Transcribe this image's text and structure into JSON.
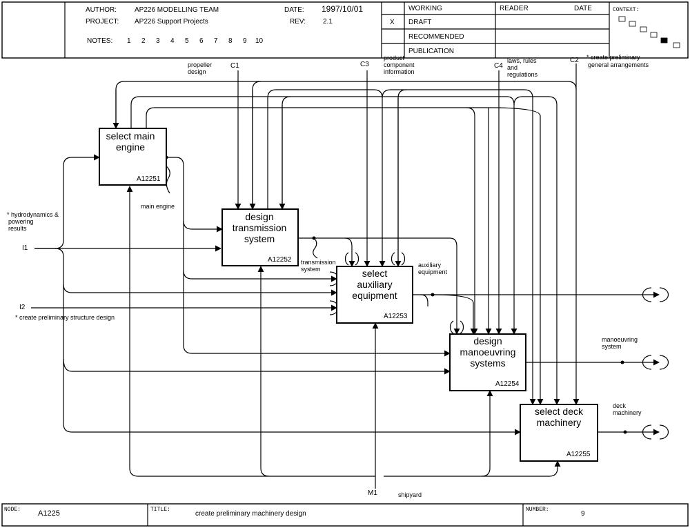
{
  "header": {
    "author_label": "AUTHOR:",
    "author": "AP226  MODELLING TEAM",
    "project_label": "PROJECT:",
    "project": "AP226 Support Projects",
    "date_label": "DATE:",
    "date": "1997/10/01",
    "rev_label": "REV:",
    "rev": "2.1",
    "notes_label": "NOTES:",
    "notes": [
      "1",
      "2",
      "3",
      "4",
      "5",
      "6",
      "7",
      "8",
      "9",
      "10"
    ],
    "status": {
      "working": "WORKING",
      "draft_mark": "X",
      "draft": "DRAFT",
      "recommended": "RECOMMENDED",
      "publication": "PUBLICATION"
    },
    "reader": "READER",
    "reader_date": "DATE",
    "context": "CONTEXT:"
  },
  "activities": [
    {
      "title": [
        "select main",
        "engine"
      ],
      "node": "A12251"
    },
    {
      "title": [
        "design",
        "transmission",
        "system"
      ],
      "node": "A12252"
    },
    {
      "title": [
        "select",
        "auxiliary",
        "equipment"
      ],
      "node": "A12253"
    },
    {
      "title": [
        "design",
        "manoeuvring",
        "systems"
      ],
      "node": "A12254"
    },
    {
      "title": [
        "select deck",
        "machinery"
      ],
      "node": "A12255"
    }
  ],
  "controls": {
    "c1": "C1",
    "c2": "C2",
    "c3": "C3",
    "c4": "C4",
    "propeller_design": [
      "propeller",
      "design"
    ],
    "product_component": [
      "product",
      "component",
      "information"
    ],
    "laws": [
      "laws, rules",
      "and",
      "regulations"
    ],
    "gen_arr": [
      "* create preliminary",
      "general arrangements"
    ]
  },
  "inputs": {
    "i1": "I1",
    "i2": "I2",
    "hydro": [
      "* hydrodynamics &",
      "powering",
      "results"
    ],
    "structure": "* create preliminary structure design"
  },
  "flows": {
    "main_engine": "main engine",
    "transmission": [
      "transmission",
      "system"
    ],
    "auxiliary": [
      "auxiliary",
      "equipment"
    ],
    "manoeuvring": [
      "manoeuvring",
      "system"
    ],
    "deck": [
      "deck",
      "machinery"
    ]
  },
  "mechanism": {
    "m1": "M1",
    "shipyard": "shipyard"
  },
  "footer": {
    "node_label": "NODE:",
    "node": "A1225",
    "title_label": "TITLE:",
    "title": "create preliminary machinery design",
    "number_label": "NUMBER:",
    "number": "9"
  }
}
